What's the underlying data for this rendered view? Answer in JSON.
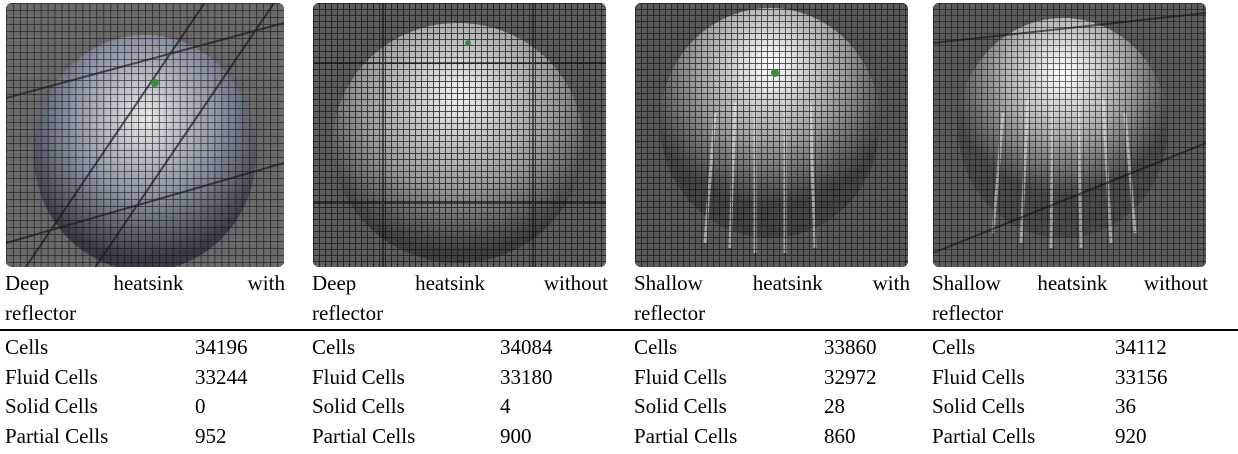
{
  "panels": [
    {
      "caption_words": [
        "Deep",
        "heatsink",
        "with"
      ],
      "caption_line2": "reflector",
      "stats": [
        {
          "label": "Cells",
          "value": "34196"
        },
        {
          "label": "Fluid Cells",
          "value": "33244"
        },
        {
          "label": "Solid Cells",
          "value": "0"
        },
        {
          "label": "Partial Cells",
          "value": "952"
        }
      ]
    },
    {
      "caption_words": [
        "Deep",
        "heatsink",
        "without"
      ],
      "caption_line2": "reflector",
      "stats": [
        {
          "label": "Cells",
          "value": "34084"
        },
        {
          "label": "Fluid Cells",
          "value": "33180"
        },
        {
          "label": "Solid Cells",
          "value": "4"
        },
        {
          "label": "Partial Cells",
          "value": "900"
        }
      ]
    },
    {
      "caption_words": [
        "Shallow",
        "heatsink",
        "with"
      ],
      "caption_line2": "reflector",
      "stats": [
        {
          "label": "Cells",
          "value": "33860"
        },
        {
          "label": "Fluid Cells",
          "value": "32972"
        },
        {
          "label": "Solid Cells",
          "value": "28"
        },
        {
          "label": "Partial Cells",
          "value": "860"
        }
      ]
    },
    {
      "caption_words": [
        "Shallow",
        "heatsink",
        "without"
      ],
      "caption_line2": "reflector",
      "stats": [
        {
          "label": "Cells",
          "value": "34112"
        },
        {
          "label": "Fluid Cells",
          "value": "33156"
        },
        {
          "label": "Solid Cells",
          "value": "36"
        },
        {
          "label": "Partial Cells",
          "value": "920"
        }
      ]
    }
  ]
}
